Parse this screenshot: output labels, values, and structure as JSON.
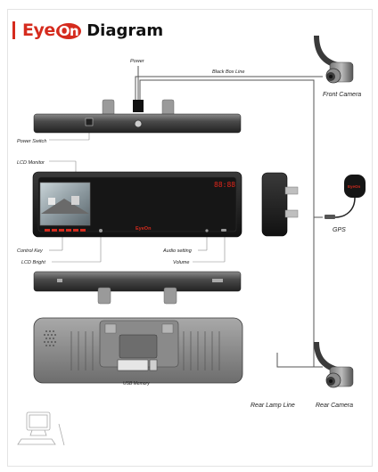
{
  "header": {
    "brand_prefix": "Eye",
    "brand_suffix": "On",
    "title": "Diagram"
  },
  "labels": {
    "power": "Power",
    "black_box_line": "Black Box Line",
    "front_camera": "Front Camera",
    "power_switch": "Power Switch",
    "lcd_monitor": "LCD Monitor",
    "gps": "GPS",
    "control_key": "Control Key",
    "audio_setting": "Audio setting",
    "lcd_bright": "LCD Bright",
    "volume": "Volume",
    "usb_memory": "USB Memory",
    "rear_lamp_line": "Rear Lamp Line",
    "rear_camera": "Rear Camera"
  },
  "device": {
    "display_digits": "88:88",
    "mirror_logo": "EyeOn",
    "gps_logo": "EyeOn"
  },
  "colors": {
    "brand_red": "#d52b1e",
    "device_dark": "#2b2b2b",
    "device_mid": "#5a5a5a",
    "led_red": "#e0261b",
    "wire": "#555555"
  },
  "icons": [
    "camera-icon",
    "gps-antenna-icon",
    "computer-icon",
    "speaker-icon"
  ]
}
